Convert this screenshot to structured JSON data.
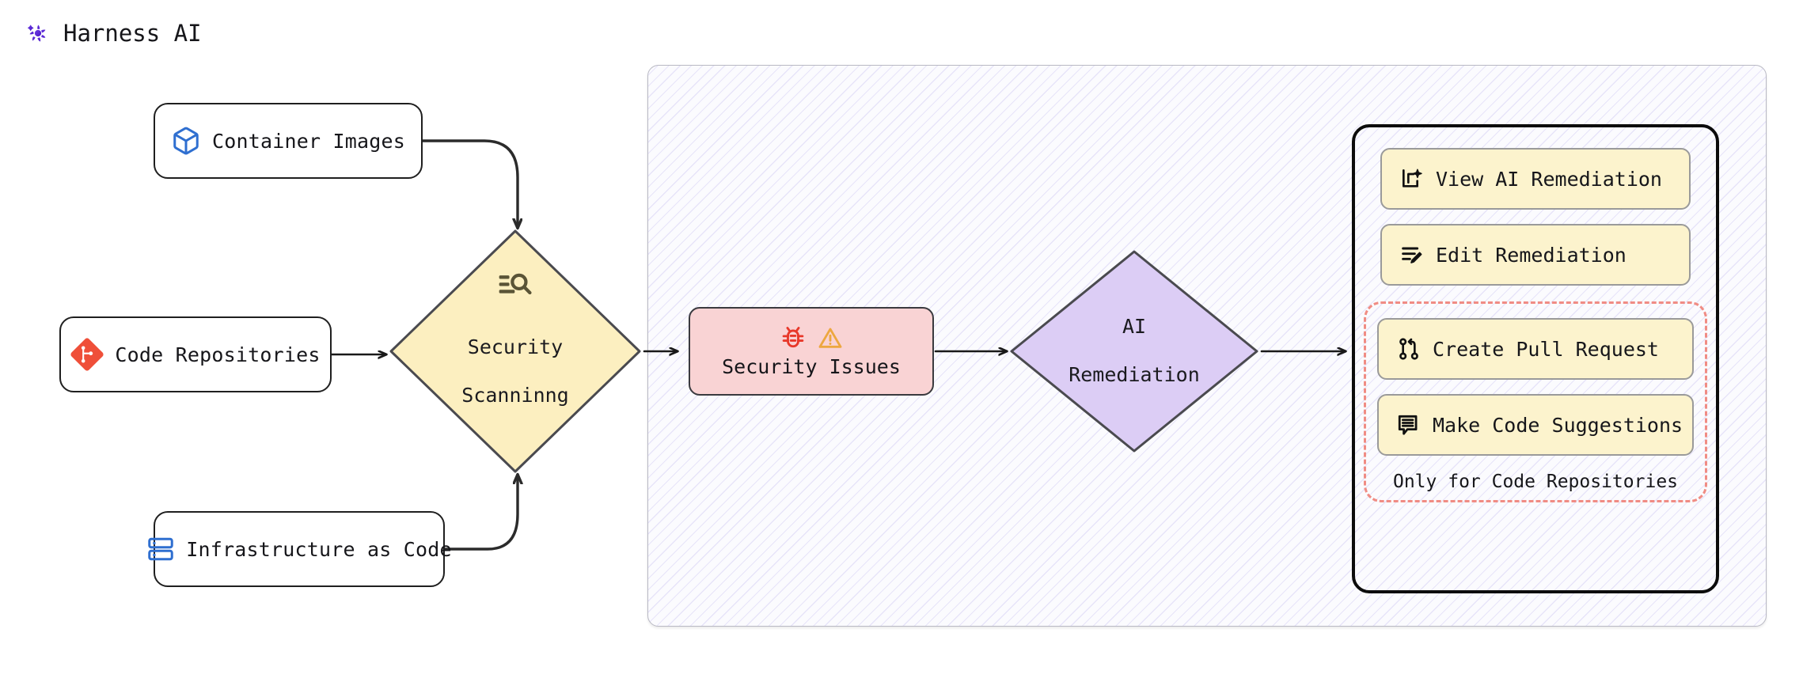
{
  "diagram": {
    "type": "flowchart",
    "title": "Harness AI security scanning and remediation flow",
    "sources": [
      {
        "id": "container-images",
        "label": "Container Images",
        "icon": "container-cube-icon",
        "icon_color": "#2f6fd0"
      },
      {
        "id": "code-repositories",
        "label": "Code Repositories",
        "icon": "git-repository-icon",
        "icon_color": "#ef4f39"
      },
      {
        "id": "infrastructure-as-code",
        "label": "Infrastructure as Code",
        "icon": "server-stack-icon",
        "icon_color": "#2f6fd0"
      }
    ],
    "process": {
      "security_scanning": {
        "label": "Security\nScanninng",
        "line1": "Security",
        "line2": "Scanninng",
        "icon": "scan-search-icon",
        "fill": "#fcefc0",
        "stroke": "#4a4a4f"
      },
      "security_issues": {
        "label": "Security Issues",
        "icons": [
          "bug-icon",
          "warning-triangle-icon"
        ],
        "fill": "#f9d3d4",
        "stroke": "#3a3a3f",
        "bug_color": "#e8382a",
        "warning_color": "#eda73f"
      },
      "ai_remediation": {
        "label": "AI\nRemediation",
        "line1": "AI",
        "line2": "Remediation",
        "fill": "#dccdf5",
        "stroke": "#4a4a4f"
      }
    },
    "cluster": {
      "title": "Harness AI",
      "logo": "harness-pinwheel-icon",
      "logo_color": "#5b2bd9",
      "border_color": "#b9b9c4",
      "hatch_color": "#7e6ee0"
    },
    "actions": {
      "items": [
        {
          "id": "view-ai-remediation",
          "label": "View AI Remediation",
          "icon": "ai-sparkle-document-icon"
        },
        {
          "id": "edit-remediation",
          "label": "Edit Remediation",
          "icon": "edit-pencil-lines-icon"
        }
      ],
      "code_only_group": {
        "items": [
          {
            "id": "create-pull-request",
            "label": "Create Pull Request",
            "icon": "pull-request-icon"
          },
          {
            "id": "make-code-suggestions",
            "label": "Make Code Suggestions",
            "icon": "comment-lines-icon"
          }
        ],
        "note": "Only for Code Repositories",
        "border_color": "#f08c84"
      },
      "button_fill": "#fcf3cd",
      "button_border": "#9a9a9a",
      "panel_border": "#0c0c0c"
    }
  }
}
